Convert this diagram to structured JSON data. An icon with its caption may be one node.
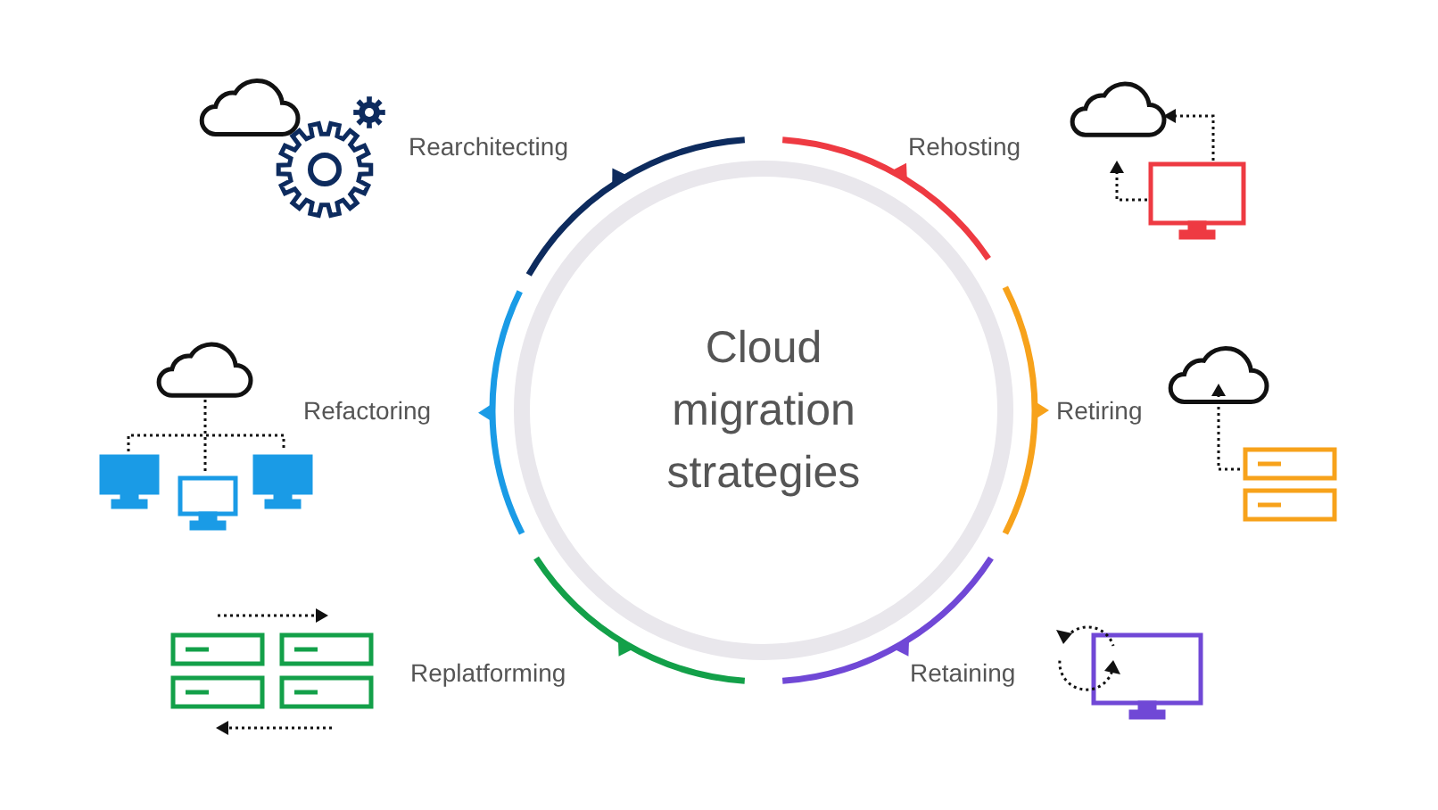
{
  "diagram": {
    "nodes": [
      {
        "text": [
          "Cloud migration strategies"
        ]
      }
    ],
    "labels": [
      "Rearchitecting",
      "Rehosting",
      "Refactoring",
      "Retiring",
      "Replatforming",
      "Retaining"
    ]
  }
}
